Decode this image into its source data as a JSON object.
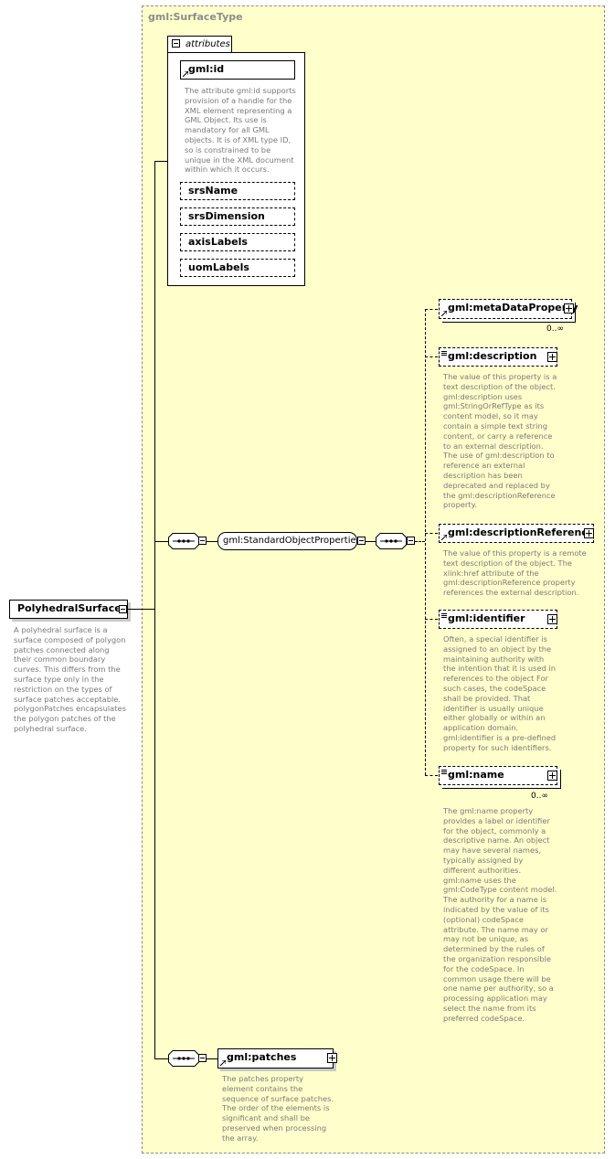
{
  "root": {
    "name": "PolyhedralSurface",
    "doc": "A polyhedral surface is a surface composed of polygon patches connected along their common boundary curves. This differs from the surface type only in the restriction on the types of surface patches acceptable. polygonPatches encapsulates the polygon patches of the polyhedral surface."
  },
  "type_name": "gml:SurfaceType",
  "attributes": {
    "tab_label": "attributes",
    "id": {
      "name": "gml:id",
      "doc": "The attribute gml:id supports provision of a handle for the XML element representing a GML Object. Its use is mandatory for all GML objects. It is of XML type ID, so is constrained to be unique in the XML document within which it occurs."
    },
    "items": [
      "srsName",
      "srsDimension",
      "axisLabels",
      "uomLabels"
    ]
  },
  "group": {
    "name": "gml:StandardObjectProperties"
  },
  "elements": {
    "metaDataProperty": {
      "name": "gml:metaDataProperty",
      "card": "0..∞"
    },
    "description": {
      "name": "gml:description",
      "doc": "The value of this property is a text description of the object. gml:description uses gml:StringOrRefType as its content model, so it may contain a simple text string content, or carry a reference to an external description. The use of gml:description to reference an external description has been deprecated and replaced by the gml:descriptionReference property."
    },
    "descriptionReference": {
      "name": "gml:descriptionReference",
      "doc": "The value of this property is a remote text description of the object. The xlink:href attribute of the gml:descriptionReference property references the external description."
    },
    "identifier": {
      "name": "gml:identifier",
      "doc": "Often, a special identifier is assigned to an object by the maintaining authority with the intention that it is used in references to the object For such cases, the codeSpace shall be provided. That identifier is usually unique either globally or within an application domain. gml:identifier is a pre-defined property for such identifiers."
    },
    "name": {
      "name": "gml:name",
      "card": "0..∞",
      "doc": "The gml:name property provides a label or identifier for the object, commonly a descriptive name. An object may have several names, typically assigned by different authorities. gml:name uses the gml:CodeType content model.  The authority for a name is indicated by the value of its (optional) codeSpace attribute.  The name may or may not be unique, as determined by the rules of the organization responsible for the codeSpace.  In common usage there will be one name per authority, so a processing application may select the name from its preferred codeSpace."
    },
    "patches": {
      "name": "gml:patches",
      "doc": "The patches property element contains the sequence of surface patches. The order of the elements is significant and shall be preserved when processing the array."
    }
  }
}
